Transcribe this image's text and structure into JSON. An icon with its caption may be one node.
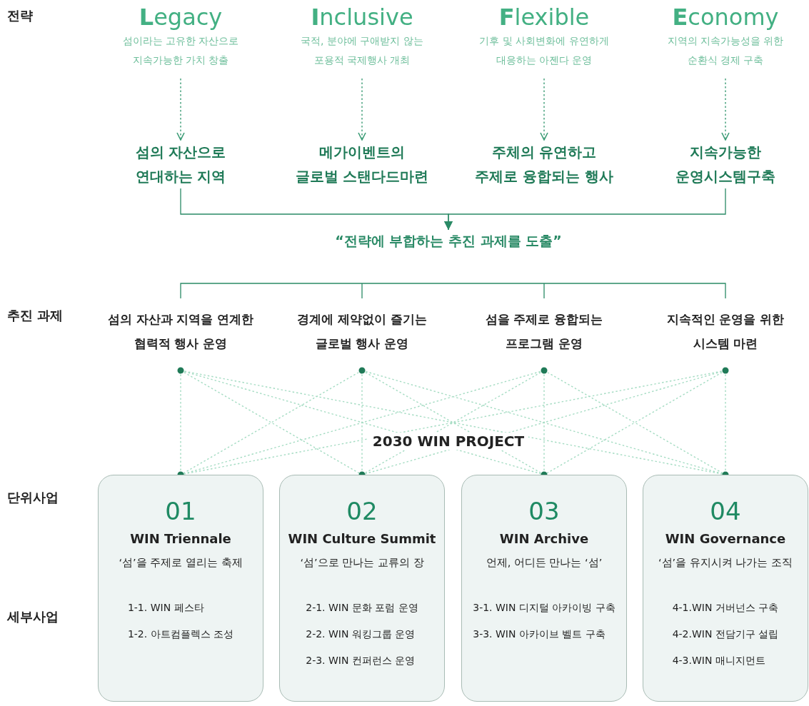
{
  "diagram": {
    "nodes": [
      {
        "text": [
          "**L**egacy",
          "섬이라는 고유한 자산으로 지속가능한 가치 창출"
        ]
      },
      {
        "text": [
          "**I**nclusive",
          "국적, 분야에 구애받지 않는 포용적 국제행사 개최"
        ]
      },
      {
        "text": [
          "**F**lexible",
          "기후 및 사회변화에 유연하게 대응하는 아젠다 운영"
        ]
      },
      {
        "text": [
          "**E**conomy",
          "지역의 지속가능성을 위한 순환식 경제 구축"
        ]
      },
      {
        "text": [
          "**섬의 자산**으로 연대하는 지역"
        ]
      },
      {
        "text": [
          "메가이벤트의 **글로벌 스탠다드**마련"
        ]
      },
      {
        "text": [
          "주체의 **유연**하고 주제로 융합되는 행사"
        ]
      },
      {
        "text": [
          "지속가능한 **운영시스템**구축"
        ]
      },
      {
        "text": [
          "“전략에 부합하는 추진 과제를 도출”"
        ]
      },
      {
        "text": [
          "섬의 자산과 지역을 연계한 협력적 행사 운영"
        ]
      },
      {
        "text": [
          "경계에 제약없이 즐기는 글로벌 행사 운영"
        ]
      },
      {
        "text": [
          "섬을 주제로 융합되는 프로그램 운영"
        ]
      },
      {
        "text": [
          "지속적인 운영을 위한 시스템 마련"
        ]
      },
      {
        "text": [
          "01",
          "WIN Triennale",
          "‘섬’을 주제로 열리는 축제",
          "1-1. WIN 페스타",
          "1-2. 아트컴플렉스 조성"
        ]
      },
      {
        "text": [
          "02",
          "WIN Culture Summit",
          "‘섬’으로 만나는 교류의 장",
          "2-1. WIN 문화 포럼 운영",
          "2-2. WIN 워킹그룹 운영",
          "2-3. WIN 컨퍼런스 운영"
        ]
      },
      {
        "text": [
          "03",
          "WIN Archive",
          "언제, 어디든 만나는 ‘섬’",
          "3-1. WIN 디지털 아카이빙 구축",
          "3-3. WIN 아카이브 벨트 구축"
        ]
      },
      {
        "text": [
          "04",
          "WIN Governance",
          "‘섬’을 유지시켜 나가는 조직",
          "4-1.WIN 거버넌스 구축",
          "4-2.WIN 전담기구 설립",
          "4-3.WIN 매니지먼트"
        ]
      }
    ],
    "edges": [
      {
        "from": 0,
        "to": 4,
        "arrow": "to",
        "style": "dashed",
        "color": "#3c9c76"
      },
      {
        "from": 1,
        "to": 5,
        "arrow": "to",
        "style": "dashed",
        "color": "#3c9c76"
      },
      {
        "from": 2,
        "to": 6,
        "arrow": "to",
        "style": "dashed",
        "color": "#3c9c76"
      },
      {
        "from": 3,
        "to": 7,
        "arrow": "to",
        "style": "dashed",
        "color": "#3c9c76"
      },
      {
        "from": 4,
        "to": 8,
        "arrow": "to",
        "color": "#2a8a66"
      },
      {
        "from": 7,
        "to": 8,
        "arrow": "to",
        "color": "#2a8a66"
      },
      {
        "from": 9,
        "to": 13,
        "arrow": "none",
        "style": "dashed"
      },
      {
        "from": 9,
        "to": 14,
        "arrow": "none",
        "style": "dashed"
      },
      {
        "from": 9,
        "to": 15,
        "arrow": "none",
        "style": "dashed"
      },
      {
        "from": 9,
        "to": 16,
        "arrow": "none",
        "style": "dashed"
      },
      {
        "from": 10,
        "to": 13,
        "arrow": "none",
        "style": "dashed"
      },
      {
        "from": 10,
        "to": 14,
        "arrow": "none",
        "style": "dashed"
      },
      {
        "from": 10,
        "to": 15,
        "arrow": "none",
        "style": "dashed"
      },
      {
        "from": 10,
        "to": 16,
        "arrow": "none",
        "style": "dashed"
      },
      {
        "from": 11,
        "to": 13,
        "arrow": "none",
        "style": "dashed"
      },
      {
        "from": 11,
        "to": 14,
        "arrow": "none",
        "style": "dashed"
      },
      {
        "from": 11,
        "to": 15,
        "arrow": "none",
        "style": "dashed"
      },
      {
        "from": 11,
        "to": 16,
        "arrow": "none",
        "style": "dashed"
      },
      {
        "from": 12,
        "to": 13,
        "arrow": "none",
        "style": "dashed"
      },
      {
        "from": 12,
        "to": 14,
        "arrow": "none",
        "style": "dashed"
      },
      {
        "from": 12,
        "to": 15,
        "arrow": "none",
        "style": "dashed"
      },
      {
        "from": 12,
        "to": 16,
        "arrow": "none",
        "style": "dashed"
      }
    ],
    "labels": [
      "전략",
      "추진 과제",
      "2030 WIN PROJECT",
      "단위사업",
      "세부사업"
    ]
  }
}
